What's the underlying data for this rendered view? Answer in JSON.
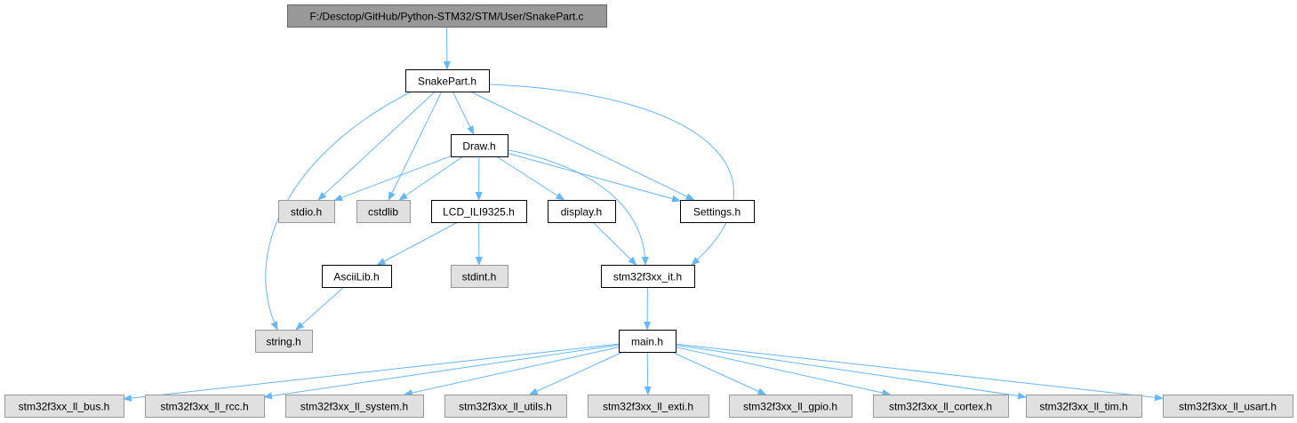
{
  "colors": {
    "edge": "#63b8ff",
    "root_fill": "#999999",
    "root_stroke": "#666666",
    "doc_fill": "#ffffff",
    "doc_stroke": "#000000",
    "ext_fill": "#e0e0e0",
    "ext_stroke": "#999999"
  },
  "nodes": {
    "root": {
      "label": "F:/Desctop/GitHub/Python-STM32/STM/User/SnakePart.c",
      "kind": "root"
    },
    "snake": {
      "label": "SnakePart.h",
      "kind": "doc"
    },
    "draw": {
      "label": "Draw.h",
      "kind": "doc"
    },
    "stdio": {
      "label": "stdio.h",
      "kind": "ext"
    },
    "cstdlib": {
      "label": "cstdlib",
      "kind": "ext"
    },
    "lcd": {
      "label": "LCD_ILI9325.h",
      "kind": "doc"
    },
    "display": {
      "label": "display.h",
      "kind": "doc"
    },
    "settings": {
      "label": "Settings.h",
      "kind": "doc"
    },
    "ascii": {
      "label": "AsciiLib.h",
      "kind": "doc"
    },
    "stdint": {
      "label": "stdint.h",
      "kind": "ext"
    },
    "it": {
      "label": "stm32f3xx_it.h",
      "kind": "doc"
    },
    "string": {
      "label": "string.h",
      "kind": "ext"
    },
    "main": {
      "label": "main.h",
      "kind": "doc"
    },
    "bus": {
      "label": "stm32f3xx_ll_bus.h",
      "kind": "ext"
    },
    "rcc": {
      "label": "stm32f3xx_ll_rcc.h",
      "kind": "ext"
    },
    "system": {
      "label": "stm32f3xx_ll_system.h",
      "kind": "ext"
    },
    "utils": {
      "label": "stm32f3xx_ll_utils.h",
      "kind": "ext"
    },
    "exti": {
      "label": "stm32f3xx_ll_exti.h",
      "kind": "ext"
    },
    "gpio": {
      "label": "stm32f3xx_ll_gpio.h",
      "kind": "ext"
    },
    "cortex": {
      "label": "stm32f3xx_ll_cortex.h",
      "kind": "ext"
    },
    "tim": {
      "label": "stm32f3xx_ll_tim.h",
      "kind": "ext"
    },
    "usart": {
      "label": "stm32f3xx_ll_usart.h",
      "kind": "ext"
    }
  },
  "edges": [
    {
      "from": "root",
      "to": "snake"
    },
    {
      "from": "snake",
      "to": "draw"
    },
    {
      "from": "snake",
      "to": "stdio"
    },
    {
      "from": "snake",
      "to": "cstdlib"
    },
    {
      "from": "snake",
      "to": "string"
    },
    {
      "from": "snake",
      "to": "settings"
    },
    {
      "from": "snake",
      "to": "it"
    },
    {
      "from": "draw",
      "to": "stdio"
    },
    {
      "from": "draw",
      "to": "cstdlib"
    },
    {
      "from": "draw",
      "to": "lcd"
    },
    {
      "from": "draw",
      "to": "display"
    },
    {
      "from": "draw",
      "to": "settings"
    },
    {
      "from": "draw",
      "to": "it"
    },
    {
      "from": "lcd",
      "to": "ascii"
    },
    {
      "from": "lcd",
      "to": "stdint"
    },
    {
      "from": "display",
      "to": "it"
    },
    {
      "from": "ascii",
      "to": "string"
    },
    {
      "from": "it",
      "to": "main"
    },
    {
      "from": "main",
      "to": "bus"
    },
    {
      "from": "main",
      "to": "rcc"
    },
    {
      "from": "main",
      "to": "system"
    },
    {
      "from": "main",
      "to": "utils"
    },
    {
      "from": "main",
      "to": "exti"
    },
    {
      "from": "main",
      "to": "gpio"
    },
    {
      "from": "main",
      "to": "cortex"
    },
    {
      "from": "main",
      "to": "tim"
    },
    {
      "from": "main",
      "to": "usart"
    }
  ]
}
